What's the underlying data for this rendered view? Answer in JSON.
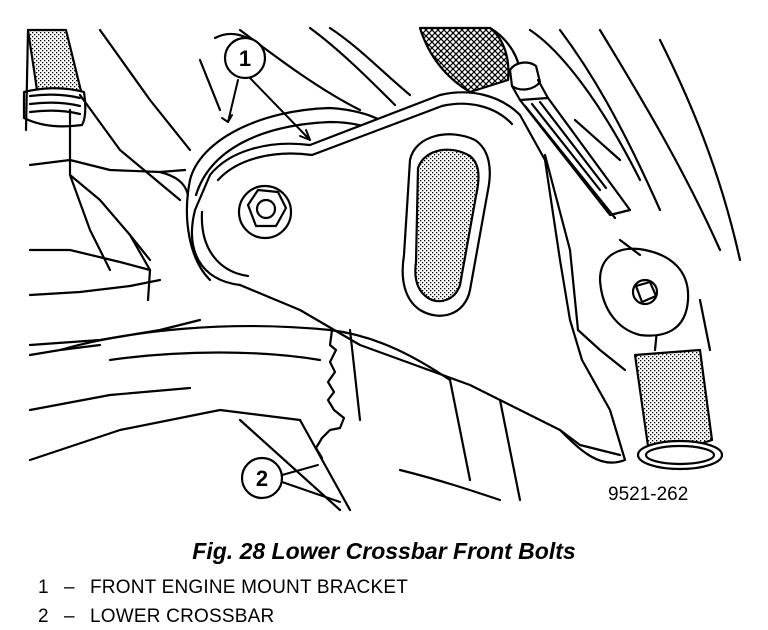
{
  "figure": {
    "code": "9521-262",
    "caption": "Fig. 28 Lower Crossbar Front Bolts"
  },
  "callouts": [
    {
      "number": "1"
    },
    {
      "number": "2"
    }
  ],
  "legend": [
    {
      "number": "1",
      "separator": "–",
      "label": "FRONT ENGINE MOUNT BRACKET"
    },
    {
      "number": "2",
      "separator": "–",
      "label": "LOWER CROSSBAR"
    }
  ],
  "colors": {
    "ink": "#000000",
    "paper": "#ffffff",
    "stipple": "#7a7a7a"
  }
}
